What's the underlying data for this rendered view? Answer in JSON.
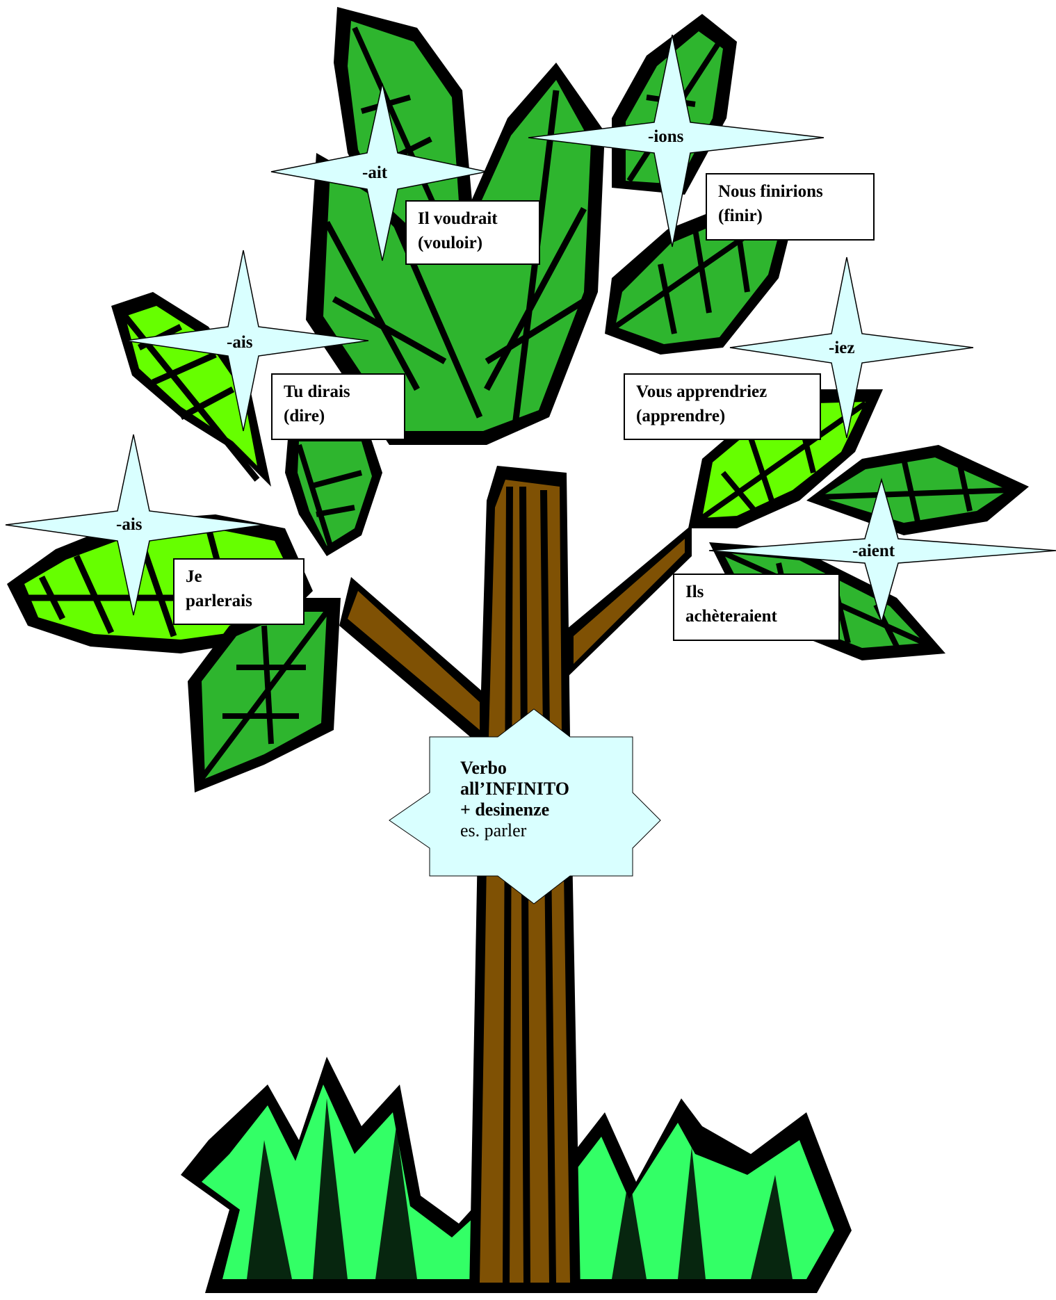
{
  "colors": {
    "leaf_dark": "#2eb52e",
    "leaf_light": "#66ff00",
    "outline": "#000000",
    "trunk": "#7f5104",
    "grass": "#33ff66",
    "star_fill": "#d9ffff"
  },
  "stars": [
    {
      "id": "ait",
      "label": "-ait"
    },
    {
      "id": "ions",
      "label": "-ions"
    },
    {
      "id": "ais_tu",
      "label": "-ais"
    },
    {
      "id": "iez",
      "label": "-iez"
    },
    {
      "id": "ais_je",
      "label": "-ais"
    },
    {
      "id": "aient",
      "label": "-aient"
    }
  ],
  "boxes": {
    "il": {
      "line1": "Il voudrait",
      "line2": "(vouloir)"
    },
    "nous": {
      "line1": "Nous finirions",
      "line2": "(finir)"
    },
    "tu": {
      "line1": "Tu dirais",
      "line2": "(dire)"
    },
    "vous": {
      "line1": "Vous apprendriez",
      "line2": "(apprendre)"
    },
    "je": {
      "line1": "Je",
      "line2": "parlerais"
    },
    "ils": {
      "line1": "Ils",
      "line2": "achèteraient"
    }
  },
  "center": {
    "line1": "Verbo",
    "line2": "all’INFINITO",
    "line3": "+ desinenze",
    "line4": "es. parler"
  }
}
